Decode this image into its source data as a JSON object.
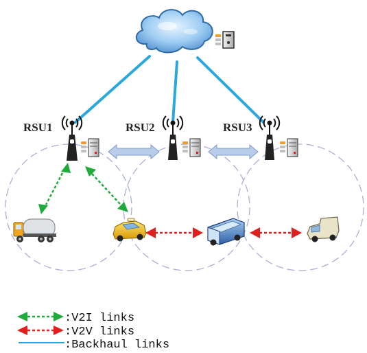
{
  "rsus": [
    {
      "label": "RSU1"
    },
    {
      "label": "RSU2"
    },
    {
      "label": "RSU3"
    }
  ],
  "vehicles": [
    {
      "kind": "tanker-truck",
      "color": "#dfe3e6"
    },
    {
      "kind": "taxi",
      "color": "#f3c21b"
    },
    {
      "kind": "bus",
      "color": "#4a7fc1"
    },
    {
      "kind": "van",
      "color": "#e9e3c8"
    }
  ],
  "legend": [
    {
      "symbol": "v2i-arrow",
      "text": ":V2I links",
      "color": "#1faa3c"
    },
    {
      "symbol": "v2v-arrow",
      "text": ":V2V links",
      "color": "#e0201e"
    },
    {
      "symbol": "backhaul-line",
      "text": ":Backhaul links",
      "color": "#29a7de"
    }
  ],
  "colors": {
    "backhaul": "#29a7de",
    "v2i": "#1faa3c",
    "v2v": "#e0201e",
    "rsu_link": "#b9cdea",
    "coverage": "#aab0d8",
    "cloud": "#8cc3ee"
  }
}
